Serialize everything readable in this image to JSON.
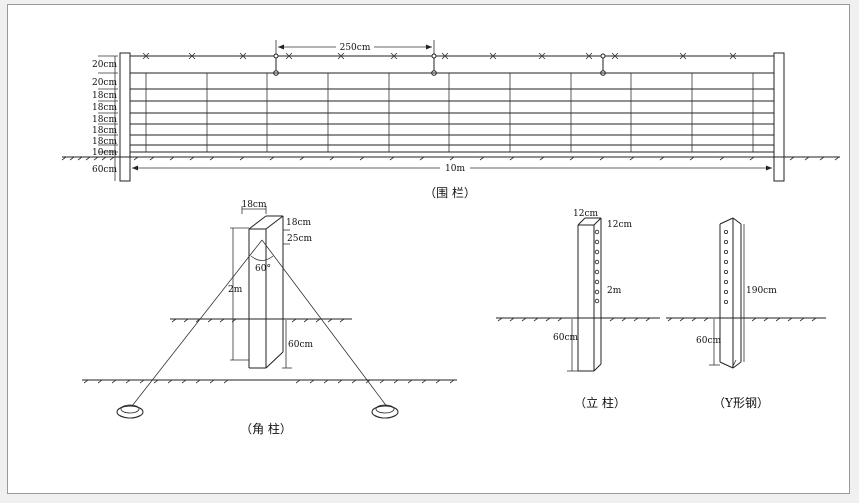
{
  "fence": {
    "caption": "（围  栏）",
    "span_label": "250cm",
    "length_label": "10m",
    "row_labels": [
      "20cm",
      "20cm",
      "18cm",
      "18cm",
      "18cm",
      "18cm",
      "18cm",
      "10cm",
      "60cm"
    ]
  },
  "corner_post": {
    "caption": "（角   柱）",
    "width_label": "18cm",
    "depth_label": "18cm",
    "top_label": "25cm",
    "angle_label": "60°",
    "height_label": "2m",
    "buried_label": "60cm"
  },
  "line_post": {
    "caption": "（立   柱）",
    "width_label": "12cm",
    "depth_label": "12cm",
    "height_label": "2m",
    "buried_label": "60cm"
  },
  "y_steel": {
    "caption": "（Y形钢）",
    "height_label": "190cm",
    "buried_label": "60cm"
  }
}
